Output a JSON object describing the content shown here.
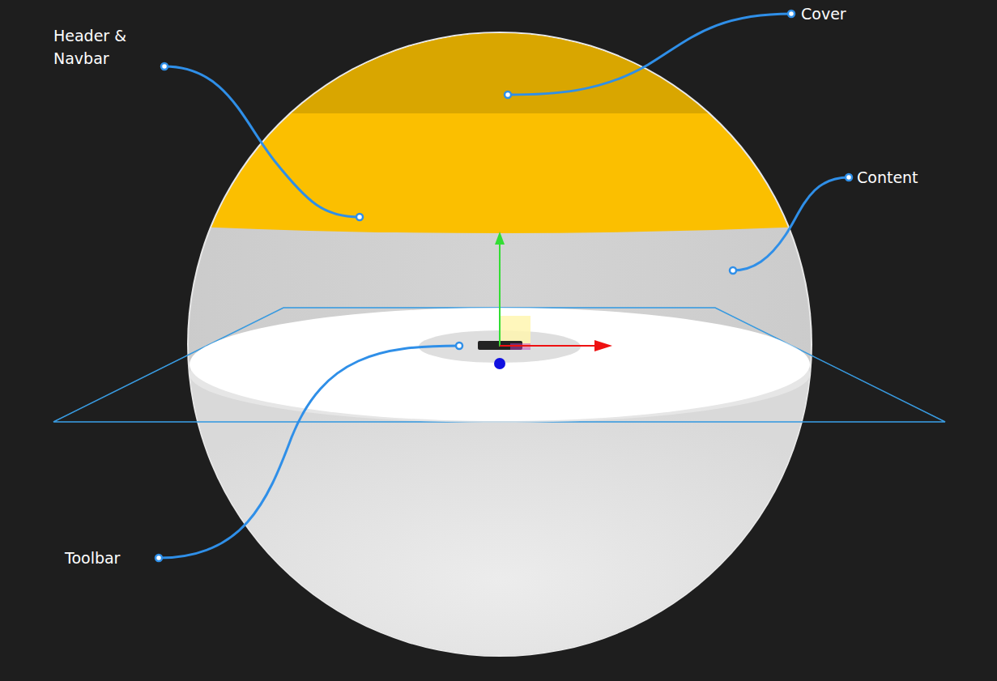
{
  "diagram": {
    "labels": [
      "Header & Navbar",
      "Cover",
      "Content",
      "Toolbar"
    ]
  }
}
